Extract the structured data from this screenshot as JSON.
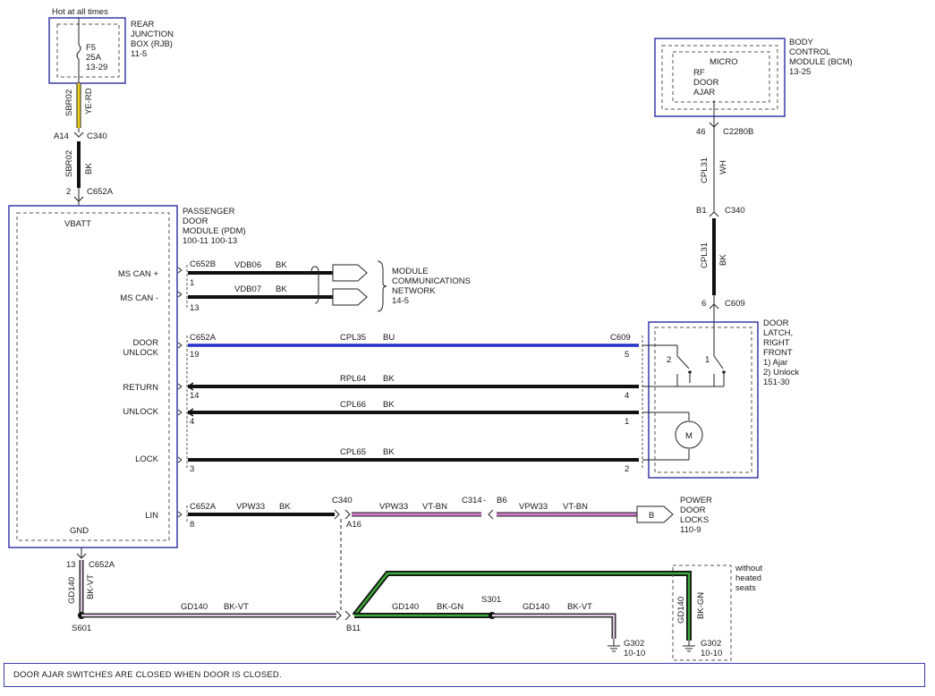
{
  "header": {
    "hot_at_all_times": "Hot at all times"
  },
  "rjb": {
    "name_line1": "REAR",
    "name_line2": "JUNCTION",
    "name_line3": "BOX (RJB)",
    "ref": "11-5",
    "fuse_id": "F5",
    "fuse_rating": "25A",
    "fuse_ref": "13-29"
  },
  "wire_sbr02_top": {
    "circuit": "SBR02",
    "color": "YE-RD"
  },
  "conn_c340_top": {
    "pin": "A14",
    "name": "C340"
  },
  "wire_sbr02_bottom": {
    "circuit": "SBR02",
    "color": "BK"
  },
  "conn_c652a_top": {
    "pin": "2",
    "name": "C652A"
  },
  "pdm": {
    "name_line1": "PASSENGER",
    "name_line2": "DOOR",
    "name_line3": "MODULE (PDM)",
    "ref": "100-11  100-13",
    "vbatt": "VBATT",
    "gnd": "GND",
    "ms_can_plus": "MS CAN +",
    "ms_can_minus": "MS CAN -",
    "door_unlock_1": "DOOR",
    "door_unlock_2": "UNLOCK",
    "return": "RETURN",
    "unlock": "UNLOCK",
    "lock": "LOCK",
    "lin": "LIN"
  },
  "can": {
    "conn": "C652B",
    "pin_plus": "1",
    "pin_minus": "13",
    "plus_circuit": "VDB06",
    "plus_color": "BK",
    "minus_circuit": "VDB07",
    "minus_color": "BK",
    "network_1": "MODULE",
    "network_2": "COMMUNICATIONS",
    "network_3": "NETWORK",
    "network_ref": "14-5"
  },
  "bcm": {
    "name_line1": "BODY",
    "name_line2": "CONTROL",
    "name_line3": "MODULE (BCM)",
    "ref": "13-25",
    "micro": "MICRO",
    "rf": "RF",
    "door": "DOOR",
    "ajar": "AJAR",
    "pin": "46",
    "conn": "C2280B"
  },
  "wire_cpl31_top": {
    "circuit": "CPL31",
    "color": "WH"
  },
  "conn_c340_right": {
    "pin": "B1",
    "name": "C340"
  },
  "wire_cpl31_bottom": {
    "circuit": "CPL31",
    "color": "BK"
  },
  "conn_c609_top": {
    "pin": "6",
    "name": "C609"
  },
  "latch": {
    "name_line1": "DOOR",
    "name_line2": "LATCH,",
    "name_line3": "RIGHT",
    "name_line4": "FRONT",
    "note1": "1) Ajar",
    "note2": "2) Unlock",
    "ref": "151-30",
    "sw2": "2",
    "sw1": "1",
    "motor": "M"
  },
  "cpl35": {
    "conn_left": "C652A",
    "pin_left": "19",
    "circuit": "CPL35",
    "color": "BU",
    "conn_right": "C609",
    "pin_right": "5"
  },
  "rpl64": {
    "pin_left": "14",
    "circuit": "RPL64",
    "color": "BK",
    "pin_right": "4"
  },
  "cpl66": {
    "pin_left": "4",
    "circuit": "CPL66",
    "color": "BK",
    "pin_right": "1"
  },
  "cpl65": {
    "pin_left": "3",
    "circuit": "CPL65",
    "color": "BK",
    "pin_right": "2"
  },
  "lin_wire": {
    "conn_left": "C652A",
    "pin_left": "8",
    "seg1_circuit": "VPW33",
    "seg1_color": "BK",
    "conn_mid": "C340",
    "pin_mid": "A16",
    "seg2_circuit": "VPW33",
    "seg2_color": "VT-BN",
    "conn_inline": "C314",
    "pin_inline": "B6",
    "seg3_circuit": "VPW33",
    "seg3_color": "VT-BN",
    "dest_letter": "B",
    "dest_1": "POWER",
    "dest_2": "DOOR",
    "dest_3": "LOCKS",
    "dest_ref": "110-9"
  },
  "ground": {
    "pin": "13",
    "conn": "C652A",
    "vert_circuit": "GD140",
    "vert_color": "BK-VT",
    "splice1": "S601",
    "h1_circuit": "GD140",
    "h1_color": "BK-VT",
    "conn_b11": "B11",
    "h2_circuit": "GD140",
    "h2_color": "BK-GN",
    "splice2": "S301",
    "h3_circuit": "GD140",
    "h3_color": "BK-VT",
    "g1": "G302",
    "g1_ref": "10-10",
    "right_circuit": "GD140",
    "right_color": "BK-GN",
    "g2": "G302",
    "g2_ref": "10-10",
    "opt_1": "without",
    "opt_2": "heated",
    "opt_3": "seats"
  },
  "note": {
    "text": "DOOR AJAR SWITCHES ARE CLOSED WHEN DOOR IS CLOSED."
  }
}
